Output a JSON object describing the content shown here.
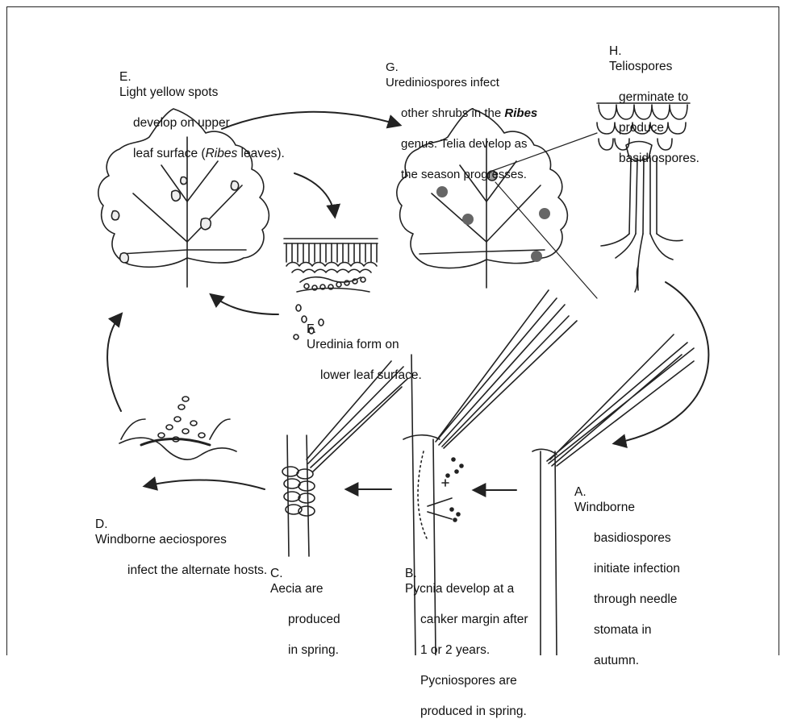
{
  "labels": {
    "E": {
      "letter": "E.",
      "line1": "Light yellow spots",
      "line2": "develop on upper",
      "line3a": "leaf surface (",
      "genus": "Ribes",
      "line3b": " leaves)."
    },
    "F": {
      "letter": "F.",
      "line1": "Uredinia form on",
      "line2": "lower leaf surface."
    },
    "G": {
      "letter": "G.",
      "line1": "Urediniospores infect",
      "line2a": "other shrubs in the ",
      "genus": "Ribes",
      "line3": "genus.  Telia develop as",
      "line4": "the season progresses."
    },
    "H": {
      "letter": "H.",
      "line1": "Teliospores",
      "line2": "germinate to",
      "line3": "produce",
      "line4": "basidiospores."
    },
    "A": {
      "letter": "A.",
      "line1": "Windborne",
      "line2": "basidiospores",
      "line3": "initiate infection",
      "line4": "through needle",
      "line5": "stomata in",
      "line6": "autumn."
    },
    "B": {
      "letter": "B.",
      "line1": "Pycnia develop at a",
      "line2": "canker margin after",
      "line3": "1 or 2 years.",
      "line4": "Pycniospores are",
      "line5": "produced in spring."
    },
    "C": {
      "letter": "C.",
      "line1": "Aecia are",
      "line2": "produced",
      "line3": "in spring."
    },
    "D": {
      "letter": "D.",
      "line1": "Windborne aeciospores",
      "line2": "infect the alternate hosts."
    }
  },
  "colors": {
    "ink": "#222222",
    "background": "#ffffff"
  }
}
